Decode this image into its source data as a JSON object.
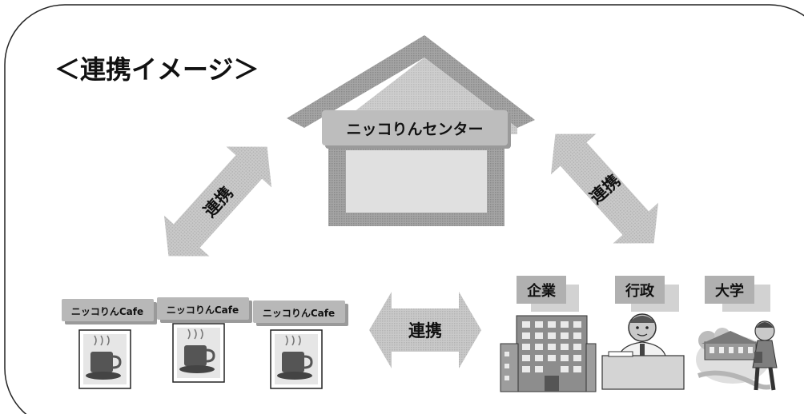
{
  "title": "＜連携イメージ＞",
  "center": {
    "label": "ニッコりんセンター"
  },
  "link_label": "連携",
  "cafes": [
    {
      "label": "ニッコりんCafe"
    },
    {
      "label": "ニッコりんCafe"
    },
    {
      "label": "ニッコりんCafe"
    }
  ],
  "partners": [
    {
      "label": "企業"
    },
    {
      "label": "行政"
    },
    {
      "label": "大学"
    }
  ],
  "colors": {
    "frame": "#222222",
    "roof": "#a9a9a9",
    "house_wall": "#8e8e8e",
    "house_inner": "#dcdcdc",
    "arrow": "#c4c4c4",
    "label_box": "#b8b8b8"
  }
}
